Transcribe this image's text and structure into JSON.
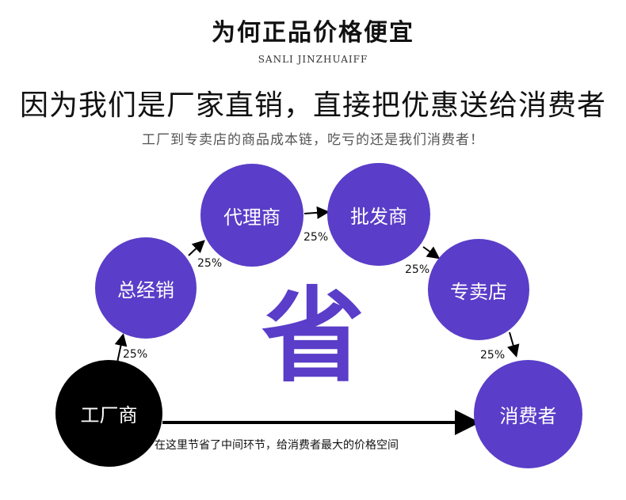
{
  "header": {
    "title": "为何正品价格便宜",
    "subtitle": "SANLI JINZHUAIFF",
    "headline": "因为我们是厂家直销，直接把优惠送给消费者",
    "tagline": "工厂到专卖店的商品成本链，吃亏的还是我们消费者！"
  },
  "nodes": {
    "factory": "工厂商",
    "distributor": "总经销",
    "agent": "代理商",
    "wholesaler": "批发商",
    "store": "专卖店",
    "consumer": "消费者"
  },
  "percentages": {
    "p1": "25%",
    "p2": "25%",
    "p3": "25%",
    "p4": "25%",
    "p5": "25%"
  },
  "center_char": "省",
  "bottom_note": "在这里节省了中间环节，给消费者最大的价格空间",
  "colors": {
    "node_purple": "#5a3dc8",
    "node_black": "#000000",
    "arrow": "#000000"
  }
}
